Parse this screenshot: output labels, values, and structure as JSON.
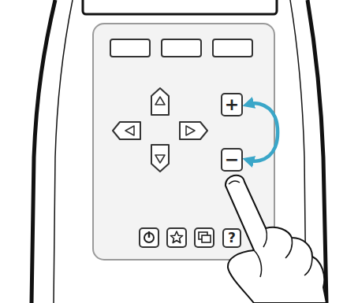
{
  "diagram": {
    "nodes": [
      {
        "text": [
          "+"
        ]
      },
      {
        "text": [
          "−"
        ]
      },
      {
        "text": [
          "?"
        ]
      }
    ],
    "edges": [
      {
        "from": 0,
        "to": 1,
        "arrow": "both"
      }
    ]
  }
}
